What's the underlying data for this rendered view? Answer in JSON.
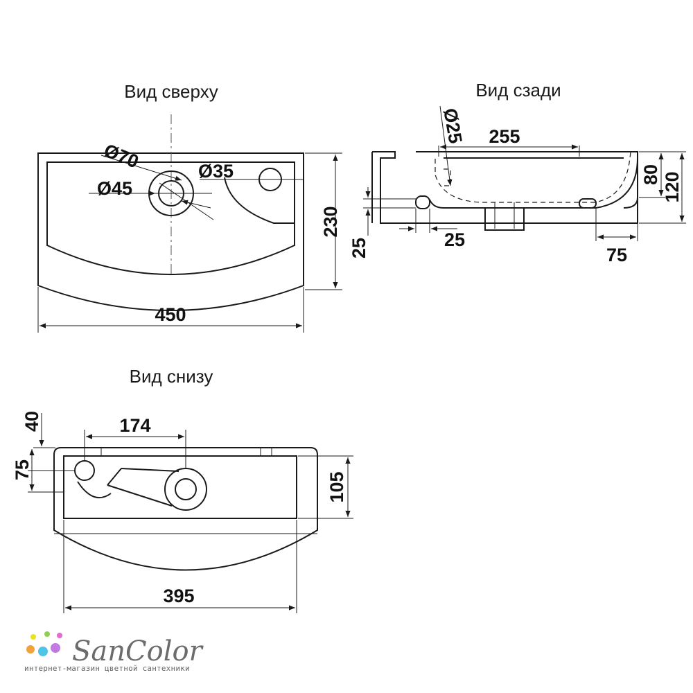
{
  "views": {
    "top": {
      "title": "Вид сверху"
    },
    "rear": {
      "title": "Вид сзади"
    },
    "bottom": {
      "title": "Вид снизу"
    }
  },
  "dimensions": {
    "top": {
      "diam70": "Ø70",
      "diam45": "Ø45",
      "diam35": "Ø35",
      "height230": "230",
      "width450": "450"
    },
    "rear": {
      "diam25": "Ø25",
      "length255": "255",
      "h80": "80",
      "h120": "120",
      "d25_left": "25",
      "d25_bottom": "25",
      "d75": "75"
    },
    "bottom": {
      "d40": "40",
      "d75": "75",
      "d174": "174",
      "d105": "105",
      "d395": "395"
    }
  },
  "brand": {
    "name": "SanColor",
    "tagline": "интернет-магазин цветной сантехники",
    "dot_colors": [
      "#e8e31a",
      "#8fd14f",
      "#e26ad0",
      "#f2a23c",
      "#4fc3e8",
      "#c27be0"
    ]
  }
}
